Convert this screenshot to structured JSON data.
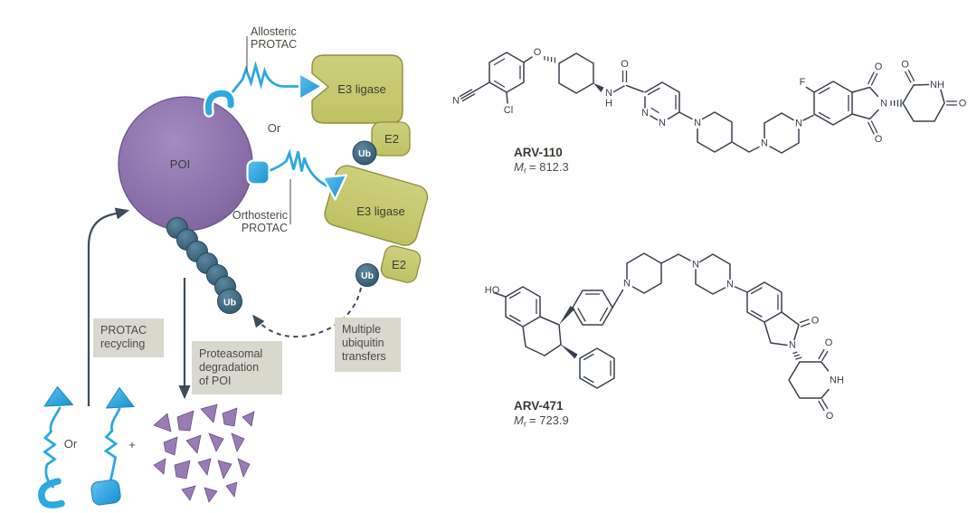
{
  "colors": {
    "protac_blue": "#2ca9e1",
    "protac_blue_dark": "#1286c3",
    "poi_purple": "#8a6fa8",
    "fragment_purple": "#997bb5",
    "e3_olive": "#c8ca6e",
    "e3_olive_border": "#8e903e",
    "ubiquitin_slate": "#3c6478",
    "arrow_dark": "#3e4d5c",
    "label_box_gray": "#d8d8cd",
    "text_gray": "#4b4b45",
    "chem_line": "#3a414d"
  },
  "mechanism": {
    "allosteric_protac": [
      "Allosteric",
      "PROTAC"
    ],
    "or_top": "Or",
    "poi_label": "POI",
    "e3_ligase_top": "E3 ligase",
    "e2_top": "E2",
    "ub_top": "Ub",
    "orthosteric_protac": [
      "Orthosteric",
      "PROTAC"
    ],
    "e3_ligase_bottom": "E3 ligase",
    "e2_bottom": "E2",
    "ub_bottom": "Ub",
    "ub_chain": "Ub",
    "multiple_ubiquitin_transfers": [
      "Multiple",
      "ubiquitin",
      "transfers"
    ],
    "protac_recycling": [
      "PROTAC",
      "recycling"
    ],
    "proteasomal_degradation": [
      "Proteasomal",
      "degradation",
      "of POI"
    ],
    "or_bottom": "Or",
    "plus": "+"
  },
  "compounds": {
    "arv110": {
      "name": "ARV-110",
      "mr_symbol": "M",
      "mr_subscript": "r",
      "mr_value": "= 812.3",
      "atom_labels": {
        "nitrile_n": "N",
        "chloro": "Cl",
        "ether_o": "O",
        "amide_o": "O",
        "amide_n": "N",
        "amide_h": "H",
        "pyridazine_n1": "N",
        "pyridazine_n2": "N",
        "piperidine_n": "N",
        "piperazine_n1": "N",
        "piperazine_n2": "N",
        "fluoro": "F",
        "imide_o_top": "O",
        "imide_o_bottom": "O",
        "imide_n": "N",
        "glutarimide_o_top": "O",
        "glutarimide_nh": "NH",
        "glutarimide_o_right": "O"
      }
    },
    "arv471": {
      "name": "ARV-471",
      "mr_symbol": "M",
      "mr_subscript": "r",
      "mr_value": "= 723.9",
      "atom_labels": {
        "hydroxyl": "HO",
        "piperidine_n": "N",
        "piperazine_n1": "N",
        "piperazine_n2": "N",
        "lactam_o": "O",
        "lactam_n": "N",
        "glutarimide_o_top": "O",
        "glutarimide_nh": "NH",
        "glutarimide_o_bottom": "O"
      }
    }
  }
}
